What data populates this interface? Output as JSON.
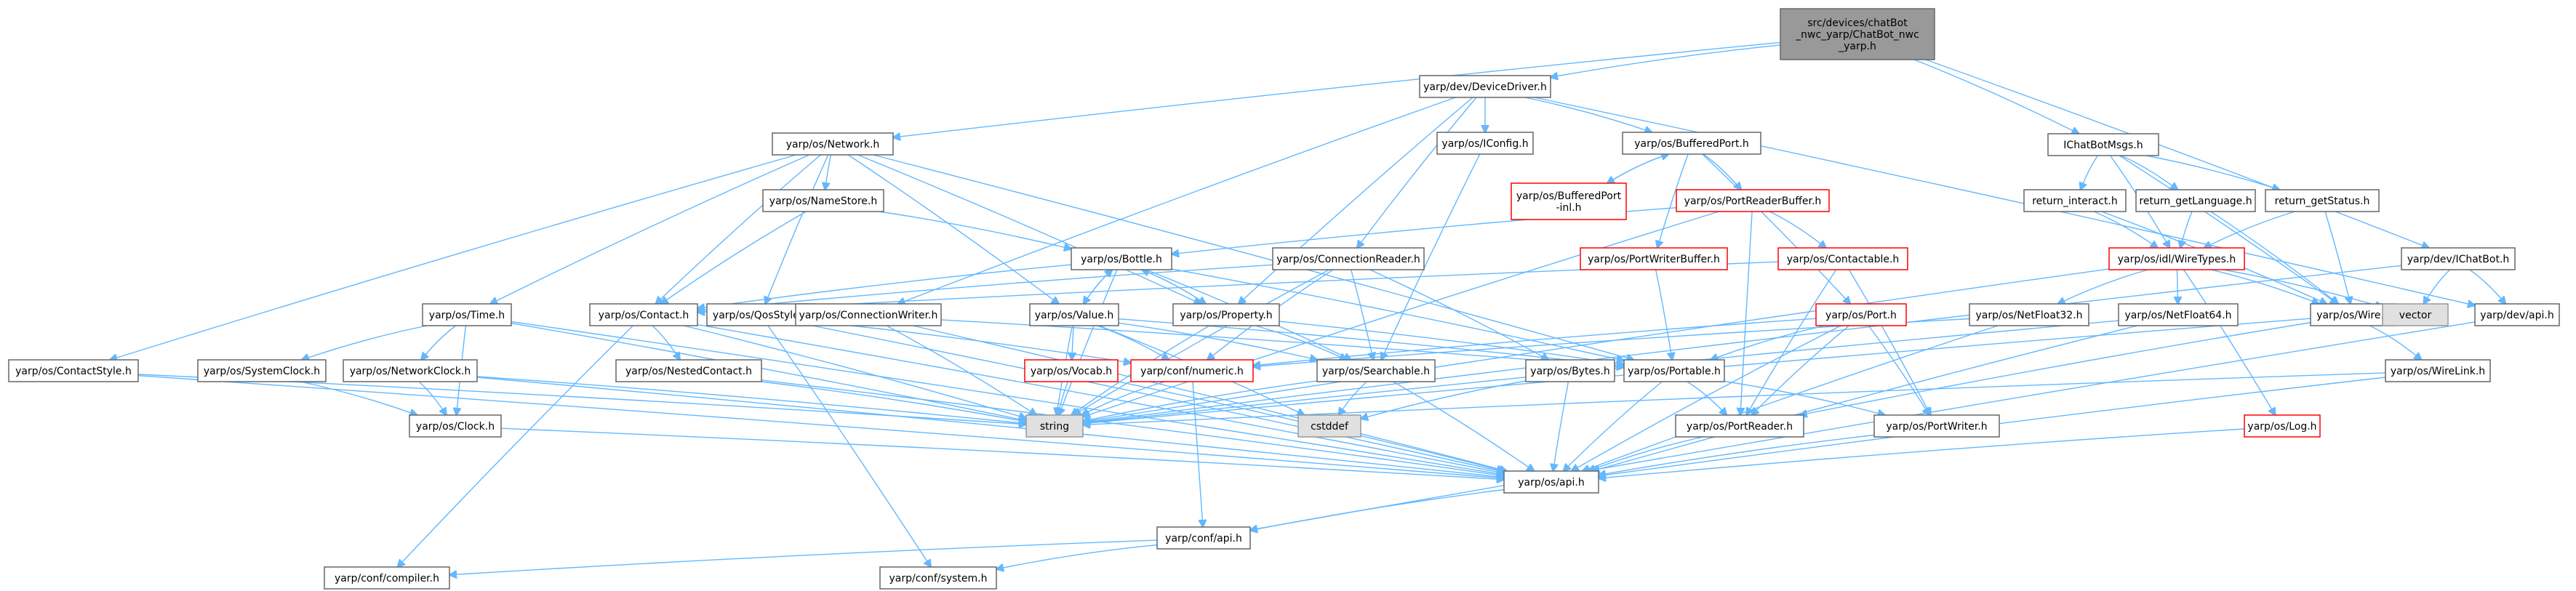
{
  "diagram": {
    "type": "include-dependency-graph",
    "colors": {
      "edge": "#63b8ff",
      "node_border": "#666666",
      "node_fill": "#ffffff",
      "missing_border": "#ff0000",
      "root_fill": "#999999",
      "system_fill": "#e0e0e0"
    },
    "nodes": [
      {
        "id": "root",
        "label": "src/devices/chatBot\n_nwc_yarp/ChatBot_nwc\n_yarp.h",
        "style": "root"
      },
      {
        "id": "devdriver",
        "label": "yarp/dev/DeviceDriver.h",
        "style": "normal"
      },
      {
        "id": "ichatbotmsgs",
        "label": "IChatBotMsgs.h",
        "style": "normal"
      },
      {
        "id": "network",
        "label": "yarp/os/Network.h",
        "style": "normal"
      },
      {
        "id": "iconfig",
        "label": "yarp/os/IConfig.h",
        "style": "normal"
      },
      {
        "id": "bufferedport",
        "label": "yarp/os/BufferedPort.h",
        "style": "normal"
      },
      {
        "id": "bufferedportinl",
        "label": "yarp/os/BufferedPort\n-inl.h",
        "style": "missing"
      },
      {
        "id": "portreaderbuffer",
        "label": "yarp/os/PortReaderBuffer.h",
        "style": "missing"
      },
      {
        "id": "returninteract",
        "label": "return_interact.h",
        "style": "normal"
      },
      {
        "id": "returngetlang",
        "label": "return_getLanguage.h",
        "style": "normal"
      },
      {
        "id": "returngetstatus",
        "label": "return_getStatus.h",
        "style": "normal"
      },
      {
        "id": "namestore",
        "label": "yarp/os/NameStore.h",
        "style": "normal"
      },
      {
        "id": "bottle",
        "label": "yarp/os/Bottle.h",
        "style": "normal"
      },
      {
        "id": "connreader",
        "label": "yarp/os/ConnectionReader.h",
        "style": "normal"
      },
      {
        "id": "portwriterbuffer",
        "label": "yarp/os/PortWriterBuffer.h",
        "style": "missing"
      },
      {
        "id": "contactable",
        "label": "yarp/os/Contactable.h",
        "style": "missing"
      },
      {
        "id": "wiretypes",
        "label": "yarp/os/idl/WireTypes.h",
        "style": "missing"
      },
      {
        "id": "ichatbot",
        "label": "yarp/dev/IChatBot.h",
        "style": "normal"
      },
      {
        "id": "time",
        "label": "yarp/os/Time.h",
        "style": "normal"
      },
      {
        "id": "contact",
        "label": "yarp/os/Contact.h",
        "style": "normal"
      },
      {
        "id": "qosstyle",
        "label": "yarp/os/QosStyle.h",
        "style": "normal"
      },
      {
        "id": "connwriter",
        "label": "yarp/os/ConnectionWriter.h",
        "style": "normal"
      },
      {
        "id": "value",
        "label": "yarp/os/Value.h",
        "style": "normal"
      },
      {
        "id": "property",
        "label": "yarp/os/Property.h",
        "style": "normal"
      },
      {
        "id": "port",
        "label": "yarp/os/Port.h",
        "style": "missing"
      },
      {
        "id": "netfloat32",
        "label": "yarp/os/NetFloat32.h",
        "style": "normal"
      },
      {
        "id": "netfloat64",
        "label": "yarp/os/NetFloat64.h",
        "style": "normal"
      },
      {
        "id": "wire",
        "label": "yarp/os/Wire.h",
        "style": "normal"
      },
      {
        "id": "vector",
        "label": "vector",
        "style": "system"
      },
      {
        "id": "devapi",
        "label": "yarp/dev/api.h",
        "style": "normal"
      },
      {
        "id": "contactstyle",
        "label": "yarp/os/ContactStyle.h",
        "style": "normal"
      },
      {
        "id": "systemclock",
        "label": "yarp/os/SystemClock.h",
        "style": "normal"
      },
      {
        "id": "networkclock",
        "label": "yarp/os/NetworkClock.h",
        "style": "normal"
      },
      {
        "id": "vocab",
        "label": "yarp/os/Vocab.h",
        "style": "missing"
      },
      {
        "id": "confnumeric",
        "label": "yarp/conf/numeric.h",
        "style": "missing"
      },
      {
        "id": "searchable",
        "label": "yarp/os/Searchable.h",
        "style": "normal"
      },
      {
        "id": "bytes",
        "label": "yarp/os/Bytes.h",
        "style": "normal"
      },
      {
        "id": "portable",
        "label": "yarp/os/Portable.h",
        "style": "normal"
      },
      {
        "id": "wirelink",
        "label": "yarp/os/WireLink.h",
        "style": "normal"
      },
      {
        "id": "nestedcontact",
        "label": "yarp/os/NestedContact.h",
        "style": "normal"
      },
      {
        "id": "clock",
        "label": "yarp/os/Clock.h",
        "style": "normal"
      },
      {
        "id": "string",
        "label": "string",
        "style": "system"
      },
      {
        "id": "cstddef",
        "label": "cstddef",
        "style": "system"
      },
      {
        "id": "portreader",
        "label": "yarp/os/PortReader.h",
        "style": "normal"
      },
      {
        "id": "portwriter",
        "label": "yarp/os/PortWriter.h",
        "style": "normal"
      },
      {
        "id": "log",
        "label": "yarp/os/Log.h",
        "style": "missing"
      },
      {
        "id": "osapi",
        "label": "yarp/os/api.h",
        "style": "normal"
      },
      {
        "id": "confapi",
        "label": "yarp/conf/api.h",
        "style": "normal"
      },
      {
        "id": "confcompiler",
        "label": "yarp/conf/compiler.h",
        "style": "normal"
      },
      {
        "id": "confsystem",
        "label": "yarp/conf/system.h",
        "style": "normal"
      }
    ],
    "edges": [
      [
        "root",
        "devdriver"
      ],
      [
        "root",
        "ichatbotmsgs"
      ],
      [
        "root",
        "network"
      ],
      [
        "root",
        "ichatbot"
      ],
      [
        "devdriver",
        "iconfig"
      ],
      [
        "devdriver",
        "bufferedport"
      ],
      [
        "devdriver",
        "connreader"
      ],
      [
        "devdriver",
        "connwriter"
      ],
      [
        "devdriver",
        "property"
      ],
      [
        "devdriver",
        "devapi"
      ],
      [
        "ichatbotmsgs",
        "returninteract"
      ],
      [
        "ichatbotmsgs",
        "returngetlang"
      ],
      [
        "ichatbotmsgs",
        "returngetstatus"
      ],
      [
        "ichatbotmsgs",
        "wiretypes"
      ],
      [
        "ichatbotmsgs",
        "wire"
      ],
      [
        "network",
        "namestore"
      ],
      [
        "network",
        "contact"
      ],
      [
        "network",
        "time"
      ],
      [
        "network",
        "qosstyle"
      ],
      [
        "network",
        "contactstyle"
      ],
      [
        "network",
        "value"
      ],
      [
        "network",
        "property"
      ],
      [
        "network",
        "portable"
      ],
      [
        "iconfig",
        "searchable"
      ],
      [
        "bufferedport",
        "bufferedportinl"
      ],
      [
        "bufferedport",
        "portreaderbuffer"
      ],
      [
        "bufferedport",
        "portwriterbuffer"
      ],
      [
        "bufferedport",
        "port"
      ],
      [
        "bufferedportinl",
        "bufferedport"
      ],
      [
        "portreaderbuffer",
        "bottle"
      ],
      [
        "portreaderbuffer",
        "contactable"
      ],
      [
        "portreaderbuffer",
        "portreader"
      ],
      [
        "portreaderbuffer",
        "string"
      ],
      [
        "returninteract",
        "wiretypes"
      ],
      [
        "returninteract",
        "wire"
      ],
      [
        "returngetlang",
        "wiretypes"
      ],
      [
        "returngetlang",
        "wire"
      ],
      [
        "returngetstatus",
        "wiretypes"
      ],
      [
        "returngetstatus",
        "wire"
      ],
      [
        "namestore",
        "contact"
      ],
      [
        "namestore",
        "bottle"
      ],
      [
        "bottle",
        "value"
      ],
      [
        "bottle",
        "property"
      ],
      [
        "bottle",
        "portable"
      ],
      [
        "bottle",
        "searchable"
      ],
      [
        "bottle",
        "string"
      ],
      [
        "bottle",
        "contact"
      ],
      [
        "connreader",
        "contact"
      ],
      [
        "connreader",
        "bytes"
      ],
      [
        "connreader",
        "searchable"
      ],
      [
        "connreader",
        "confnumeric"
      ],
      [
        "connreader",
        "string"
      ],
      [
        "portwriterbuffer",
        "portable"
      ],
      [
        "contactable",
        "contact"
      ],
      [
        "contactable",
        "portreader"
      ],
      [
        "contactable",
        "portwriter"
      ],
      [
        "wiretypes",
        "wire"
      ],
      [
        "wiretypes",
        "netfloat32"
      ],
      [
        "wiretypes",
        "netfloat64"
      ],
      [
        "wiretypes",
        "vector"
      ],
      [
        "wiretypes",
        "log"
      ],
      [
        "wiretypes",
        "string"
      ],
      [
        "ichatbot",
        "devapi"
      ],
      [
        "ichatbot",
        "string"
      ],
      [
        "ichatbot",
        "vector"
      ],
      [
        "time",
        "systemclock"
      ],
      [
        "time",
        "networkclock"
      ],
      [
        "time",
        "clock"
      ],
      [
        "time",
        "string"
      ],
      [
        "time",
        "osapi"
      ],
      [
        "contact",
        "nestedcontact"
      ],
      [
        "contact",
        "string"
      ],
      [
        "contact",
        "confcompiler"
      ],
      [
        "contact",
        "osapi"
      ],
      [
        "qosstyle",
        "confnumeric"
      ],
      [
        "qosstyle",
        "osapi"
      ],
      [
        "qosstyle",
        "confsystem"
      ],
      [
        "connwriter",
        "portable"
      ],
      [
        "connwriter",
        "string"
      ],
      [
        "connwriter",
        "osapi"
      ],
      [
        "value",
        "vocab"
      ],
      [
        "value",
        "confnumeric"
      ],
      [
        "value",
        "searchable"
      ],
      [
        "value",
        "string"
      ],
      [
        "value",
        "bottle"
      ],
      [
        "value",
        "cstddef"
      ],
      [
        "value",
        "portable"
      ],
      [
        "property",
        "bottle"
      ],
      [
        "property",
        "searchable"
      ],
      [
        "property",
        "portable"
      ],
      [
        "property",
        "string"
      ],
      [
        "port",
        "portable"
      ],
      [
        "port",
        "portreader"
      ],
      [
        "port",
        "portwriter"
      ],
      [
        "port",
        "osapi"
      ],
      [
        "port",
        "confnumeric"
      ],
      [
        "netfloat32",
        "confnumeric"
      ],
      [
        "netfloat32",
        "osapi"
      ],
      [
        "netfloat64",
        "string"
      ],
      [
        "netfloat64",
        "osapi"
      ],
      [
        "wire",
        "portreader"
      ],
      [
        "wire",
        "wirelink"
      ],
      [
        "wire",
        "string"
      ],
      [
        "devapi",
        "confapi"
      ],
      [
        "contactstyle",
        "osapi"
      ],
      [
        "contactstyle",
        "string"
      ],
      [
        "systemclock",
        "clock"
      ],
      [
        "networkclock",
        "clock"
      ],
      [
        "networkclock",
        "string"
      ],
      [
        "networkclock",
        "osapi"
      ],
      [
        "vocab",
        "string"
      ],
      [
        "vocab",
        "osapi"
      ],
      [
        "confnumeric",
        "string"
      ],
      [
        "confnumeric",
        "confapi"
      ],
      [
        "searchable",
        "string"
      ],
      [
        "searchable",
        "cstddef"
      ],
      [
        "searchable",
        "osapi"
      ],
      [
        "bytes",
        "cstddef"
      ],
      [
        "bytes",
        "osapi"
      ],
      [
        "portable",
        "portreader"
      ],
      [
        "portable",
        "portwriter"
      ],
      [
        "portable",
        "osapi"
      ],
      [
        "wirelink",
        "osapi"
      ],
      [
        "wirelink",
        "string"
      ],
      [
        "nestedcontact",
        "string"
      ],
      [
        "nestedcontact",
        "osapi"
      ],
      [
        "clock",
        "osapi"
      ],
      [
        "portreader",
        "osapi"
      ],
      [
        "portwriter",
        "osapi"
      ],
      [
        "log",
        "osapi"
      ],
      [
        "osapi",
        "confapi"
      ],
      [
        "confapi",
        "confcompiler"
      ],
      [
        "confapi",
        "confsystem"
      ]
    ]
  }
}
